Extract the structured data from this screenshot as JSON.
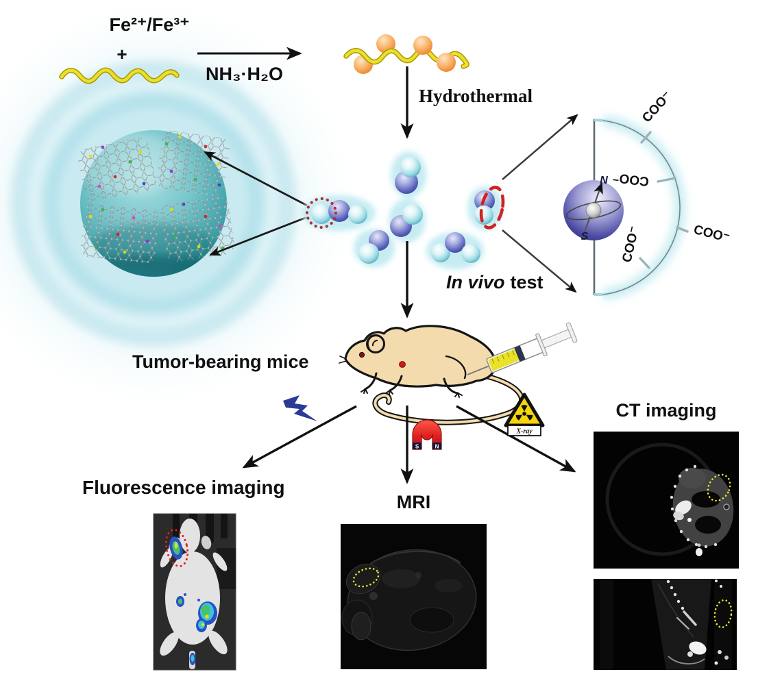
{
  "figure": {
    "reactants": "Fe²⁺/Fe³⁺",
    "plus": "+",
    "reagent": "NH₃·H₂O",
    "step_hydrothermal": "Hydrothermal",
    "step_invivo_italic": "In vivo",
    "step_invivo_rest": "test"
  },
  "labels": {
    "tumor_mice": "Tumor-bearing mice",
    "fluorescence": "Fluorescence imaging",
    "mri": "MRI",
    "ct": "CT imaging"
  },
  "detail": {
    "coo_labels": [
      "COO⁻",
      "COO⁻",
      "COO⁻",
      "COO⁻"
    ],
    "pole_n": "N",
    "pole_s": "S"
  },
  "icons": {
    "lightning": "blue-lightning-bolt",
    "magnet": "red-horseshoe-magnet",
    "magnet_s": "S",
    "magnet_n": "N",
    "radiation": "radiation-warning-triangle",
    "xray_label": "X-ray"
  },
  "colors": {
    "sphere_teal": "#4fa8b0",
    "nano_light": "#bfe9ef",
    "nano_dark": "#4a52b0",
    "marker_red": "#d42020",
    "marker_yellow": "#e8e432",
    "chain_yellow": "#e9df2d",
    "nanoparticle_orange": "#f08a33"
  }
}
